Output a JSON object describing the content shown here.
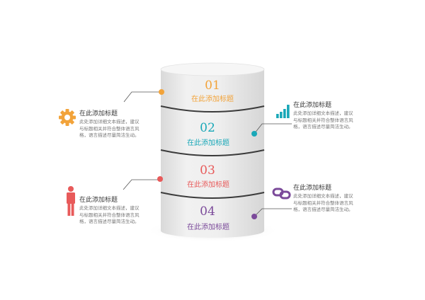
{
  "colors": {
    "orange": "#f2a33a",
    "teal": "#1aa8b8",
    "red": "#e85a5a",
    "purple": "#7b4a9a"
  },
  "segments": [
    {
      "num": "01",
      "title": "在此添加标题",
      "color": "#f2a33a"
    },
    {
      "num": "02",
      "title": "在此添加标题",
      "color": "#1aa8b8"
    },
    {
      "num": "03",
      "title": "在此添加标题",
      "color": "#e85a5a"
    },
    {
      "num": "04",
      "title": "在此添加标题",
      "color": "#7b4a9a"
    }
  ],
  "callouts": [
    {
      "icon": "gear-icon",
      "title": "在此添加标题",
      "lines": [
        "此处添加详细文本描述，建议",
        "与标题相关并符合整体语言风",
        "格，语言描述尽量简洁生动。"
      ]
    },
    {
      "icon": "bar-chart-icon",
      "title": "在此添加标题",
      "lines": [
        "此处添加详细文本描述，建议",
        "与标题相关并符合整体语言风",
        "格，语言描述尽量简洁生动。"
      ]
    },
    {
      "icon": "person-icon",
      "title": "在此添加标题",
      "lines": [
        "此处添加详细文本描述，建议",
        "与标题相关并符合整体语言风",
        "格，语言描述尽量简洁生动。"
      ]
    },
    {
      "icon": "link-icon",
      "title": "在此添加标题",
      "lines": [
        "此处添加详细文本描述，建议",
        "与标题相关并符合整体语言风",
        "格，语言描述尽量简洁生动。"
      ]
    }
  ]
}
